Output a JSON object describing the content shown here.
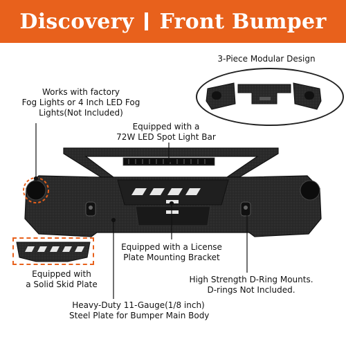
{
  "banner": {
    "left_title": "Discovery",
    "right_title": "Front Bumper",
    "accent_color": "#e8611c"
  },
  "callouts": {
    "modular": {
      "line1": "3-Piece Modular Design"
    },
    "fog": {
      "line1": "Works with factory",
      "line2": "Fog Lights or 4 Inch LED Fog",
      "line3": "Lights(Not Included)"
    },
    "light_bar": {
      "line1": "Equipped with a",
      "line2": "72W LED Spot Light Bar"
    },
    "license": {
      "line1": "Equipped with a License",
      "line2": "Plate Mounting Bracket"
    },
    "skid": {
      "line1": "Equipped with",
      "line2": "a Solid Skid Plate"
    },
    "d_ring": {
      "line1": "High Strength D-Ring Mounts.",
      "line2": "D-rings Not Included."
    },
    "steel": {
      "line1": "Heavy-Duty 11-Gauge(1/8 inch)",
      "line2": "Steel Plate for Bumper Main Body"
    }
  },
  "icons": {
    "product": "bumper-illustration",
    "pieces": "modular-pieces-illustration",
    "skid": "skid-plate-illustration"
  }
}
